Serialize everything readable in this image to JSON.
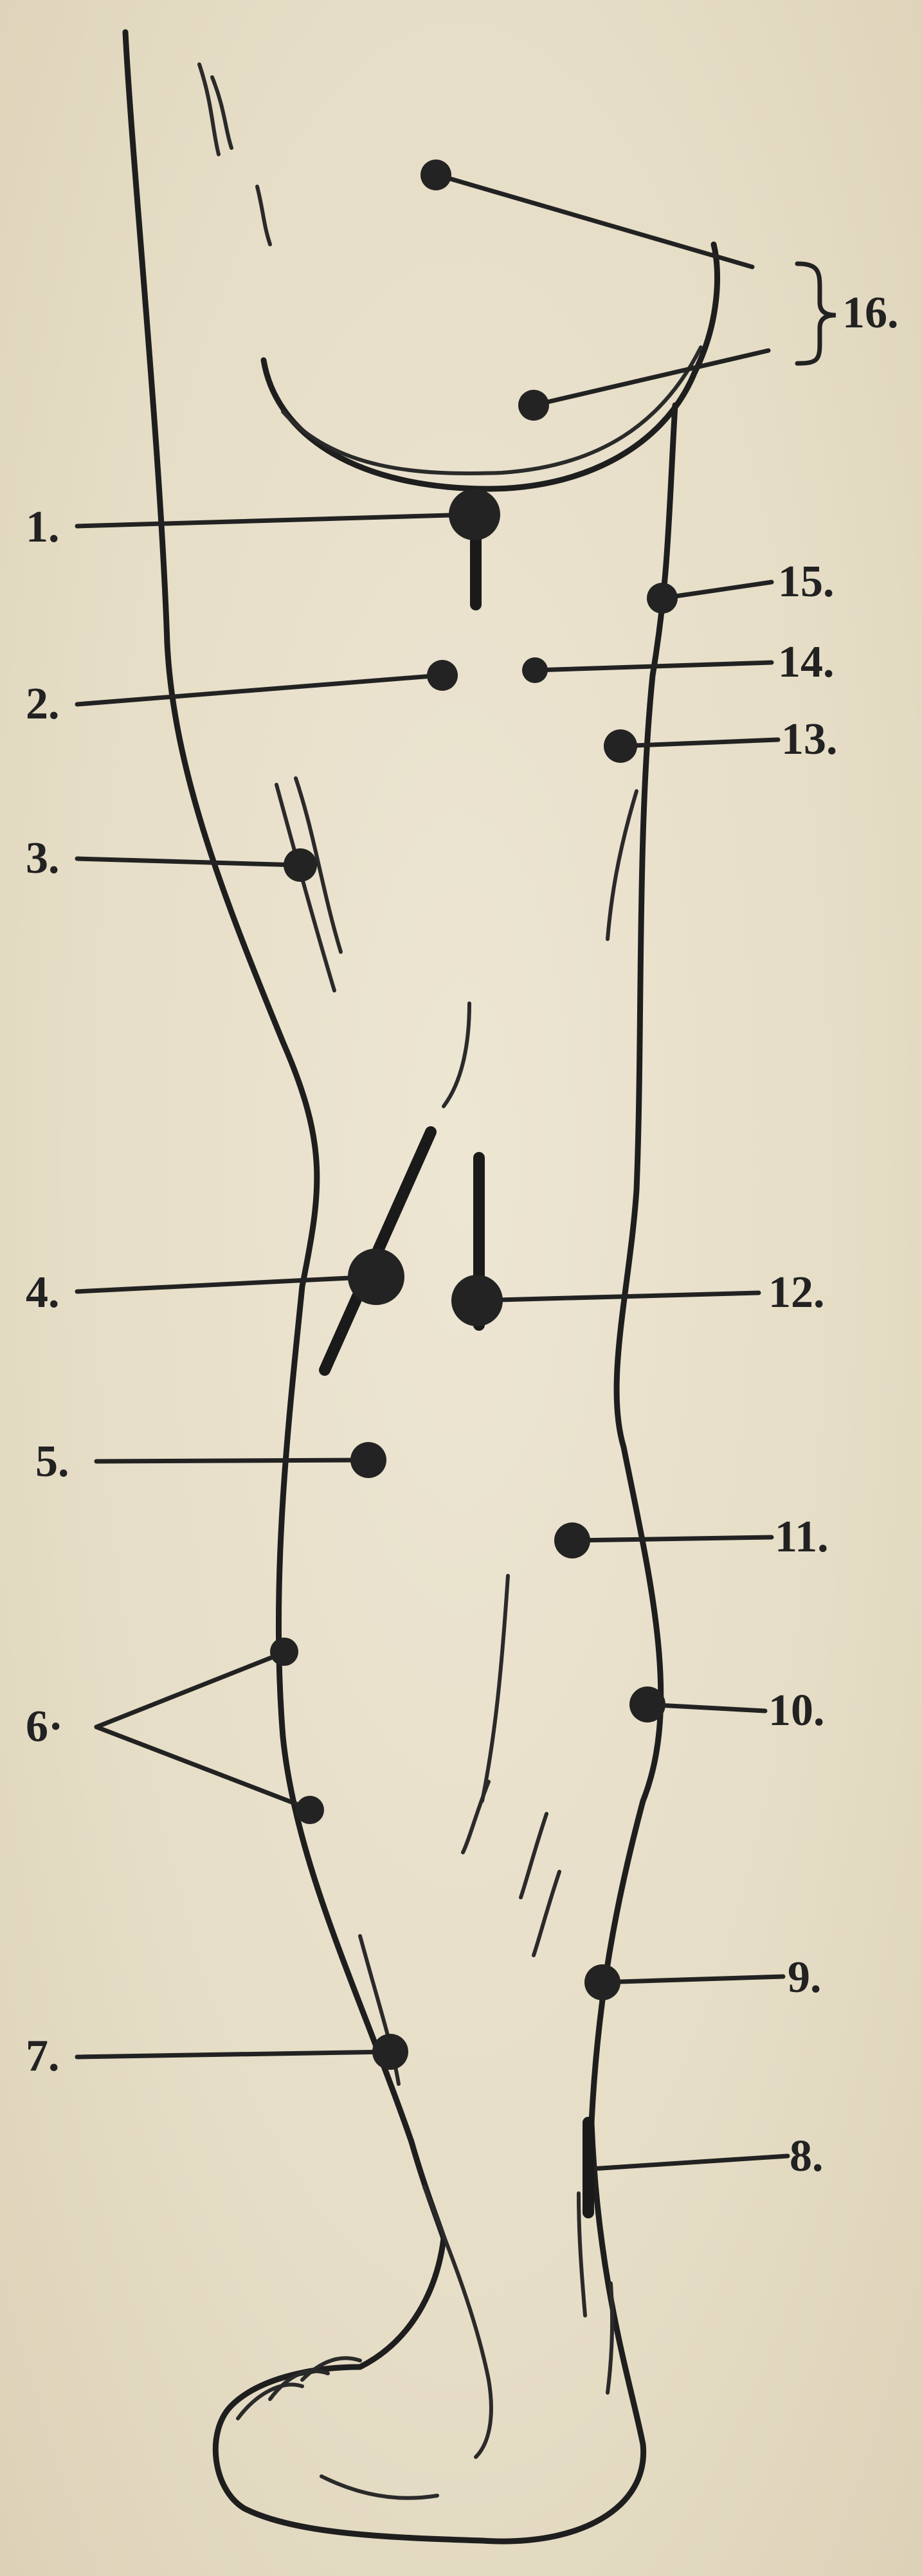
{
  "figure": {
    "labels": {
      "p1": "1.",
      "p2": "2.",
      "p3": "3.",
      "p4": "4.",
      "p5": "5.",
      "p6": "6·",
      "p7": "7.",
      "p8": "8.",
      "p9": "9.",
      "p10": "10.",
      "p11": "11.",
      "p12": "12.",
      "p13": "13.",
      "p14": "14.",
      "p15": "15.",
      "p16": "16."
    },
    "icons": {
      "brace": "right-curly-brace"
    },
    "colors": {
      "paper": "#e8e0cc",
      "ink": "#222222"
    }
  }
}
